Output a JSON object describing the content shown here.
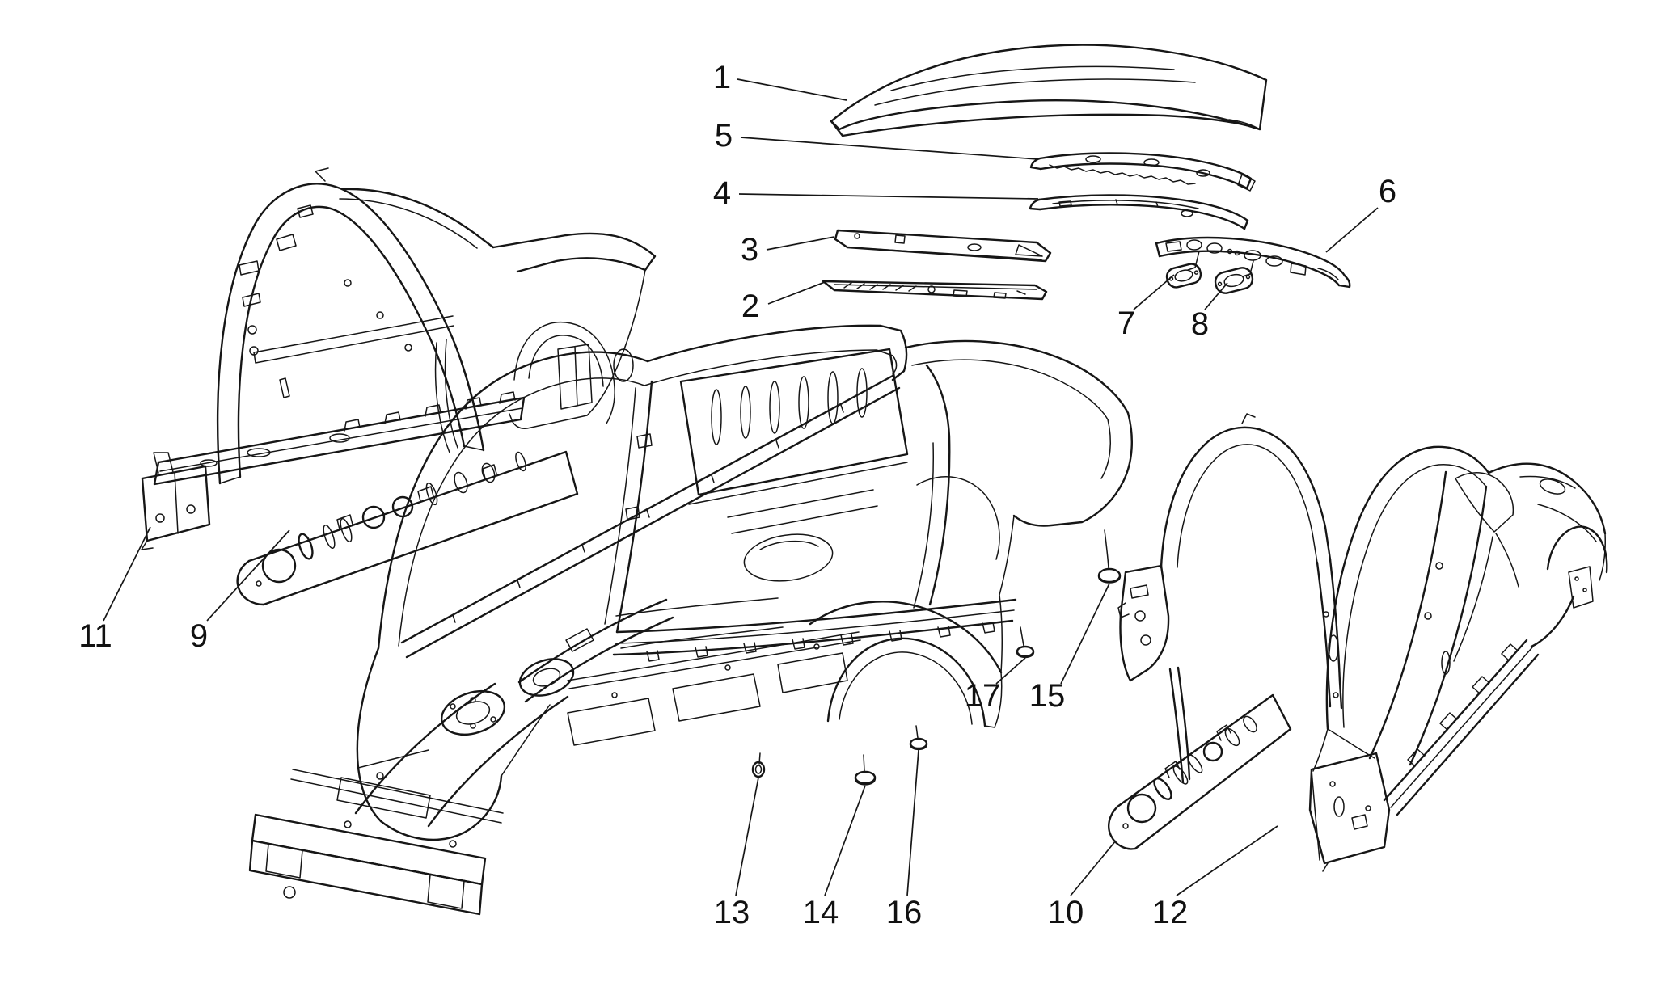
{
  "page": {
    "background_color": "#ffffff",
    "line_color": "#161616",
    "label_color": "#111111"
  },
  "diagram": {
    "kind": "exploded parts diagram - car body shell and trim structural panels",
    "callouts": [
      {
        "number": "1"
      },
      {
        "number": "5"
      },
      {
        "number": "4"
      },
      {
        "number": "3"
      },
      {
        "number": "2"
      },
      {
        "number": "6"
      },
      {
        "number": "7"
      },
      {
        "number": "8"
      },
      {
        "number": "9"
      },
      {
        "number": "11"
      },
      {
        "number": "13"
      },
      {
        "number": "14"
      },
      {
        "number": "16"
      },
      {
        "number": "10"
      },
      {
        "number": "12"
      },
      {
        "number": "17"
      },
      {
        "number": "15"
      }
    ]
  }
}
